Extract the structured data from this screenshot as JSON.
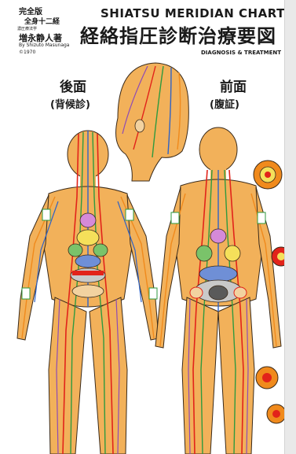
{
  "header": {
    "edition": "完全版",
    "subtitle": "全身十二経",
    "small_text": "濃圧療法学",
    "author_jp": "増永静人著",
    "author_en": "By Shizuto Masunaga",
    "year": "©1970",
    "title_en": "SHIATSU MERIDIAN CHART",
    "title_jp": "経絡指圧診断治療要図",
    "title_sub": "DIAGNOSIS & TREATMENT"
  },
  "figures": {
    "back_label": "後面",
    "back_sub": "(背候診)",
    "front_label": "前面",
    "front_sub": "(腹証)"
  },
  "colors": {
    "skin": "#f2b15a",
    "meridian_red": "#e2231a",
    "meridian_green": "#2e9a3f",
    "meridian_blue": "#2f63c6",
    "meridian_orange": "#f08a1c",
    "meridian_purple": "#8e4bb5",
    "outline": "#3a2a1a"
  }
}
